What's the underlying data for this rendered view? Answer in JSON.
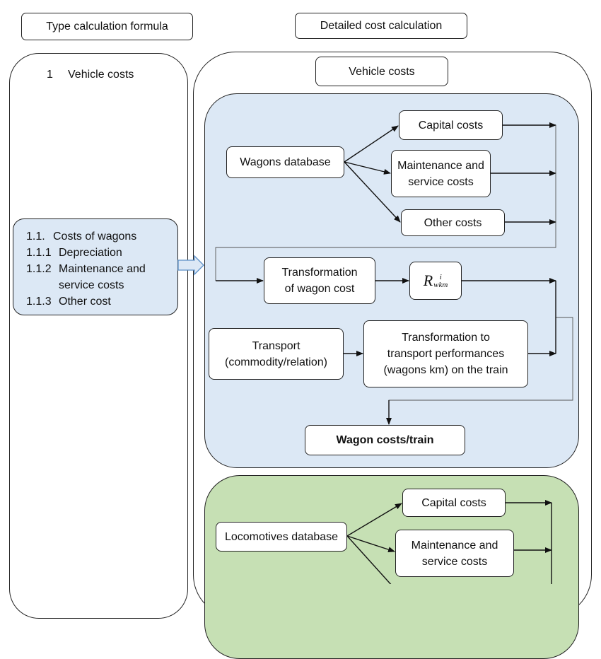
{
  "headers": {
    "left": "Type calculation formula",
    "right": "Detailed cost calculation"
  },
  "left_column": {
    "item1_number": "1",
    "item1_label": "Vehicle costs",
    "sublist": [
      {
        "num": "1.1.",
        "text": "Costs of wagons"
      },
      {
        "num": "1.1.1",
        "text": "Depreciation"
      },
      {
        "num": "1.1.2",
        "text": "Maintenance and"
      },
      {
        "num": "",
        "text": "service costs"
      },
      {
        "num": "1.1.3",
        "text": "Other cost"
      }
    ]
  },
  "right_column": {
    "vehicle_costs": "Vehicle costs",
    "wagons": {
      "database": "Wagons database",
      "capital_costs": "Capital costs",
      "maintenance_line1": "Maintenance and",
      "maintenance_line2": "service costs",
      "other_costs": "Other costs",
      "transformation_line1": "Transformation",
      "transformation_line2": "of wagon cost",
      "r_symbol": "R",
      "r_sup": "i",
      "r_sub": "wkm",
      "transport_line1": "Transport",
      "transport_line2": "(commodity/relation)",
      "perf_line1": "Transformation to",
      "perf_line2": "transport performances",
      "perf_line3": "(wagons km) on the train",
      "result": "Wagon costs/train"
    },
    "locomotives": {
      "database": "Locomotives database",
      "capital_costs": "Capital costs",
      "maintenance_line1": "Maintenance and",
      "maintenance_line2": "service costs"
    }
  },
  "colors": {
    "wagon_panel": "#dce8f5",
    "loco_panel": "#c6e0b4",
    "arrow": "#111111",
    "block_arrow_fill": "#dce8f5",
    "block_arrow_stroke": "#5b8fc7"
  }
}
